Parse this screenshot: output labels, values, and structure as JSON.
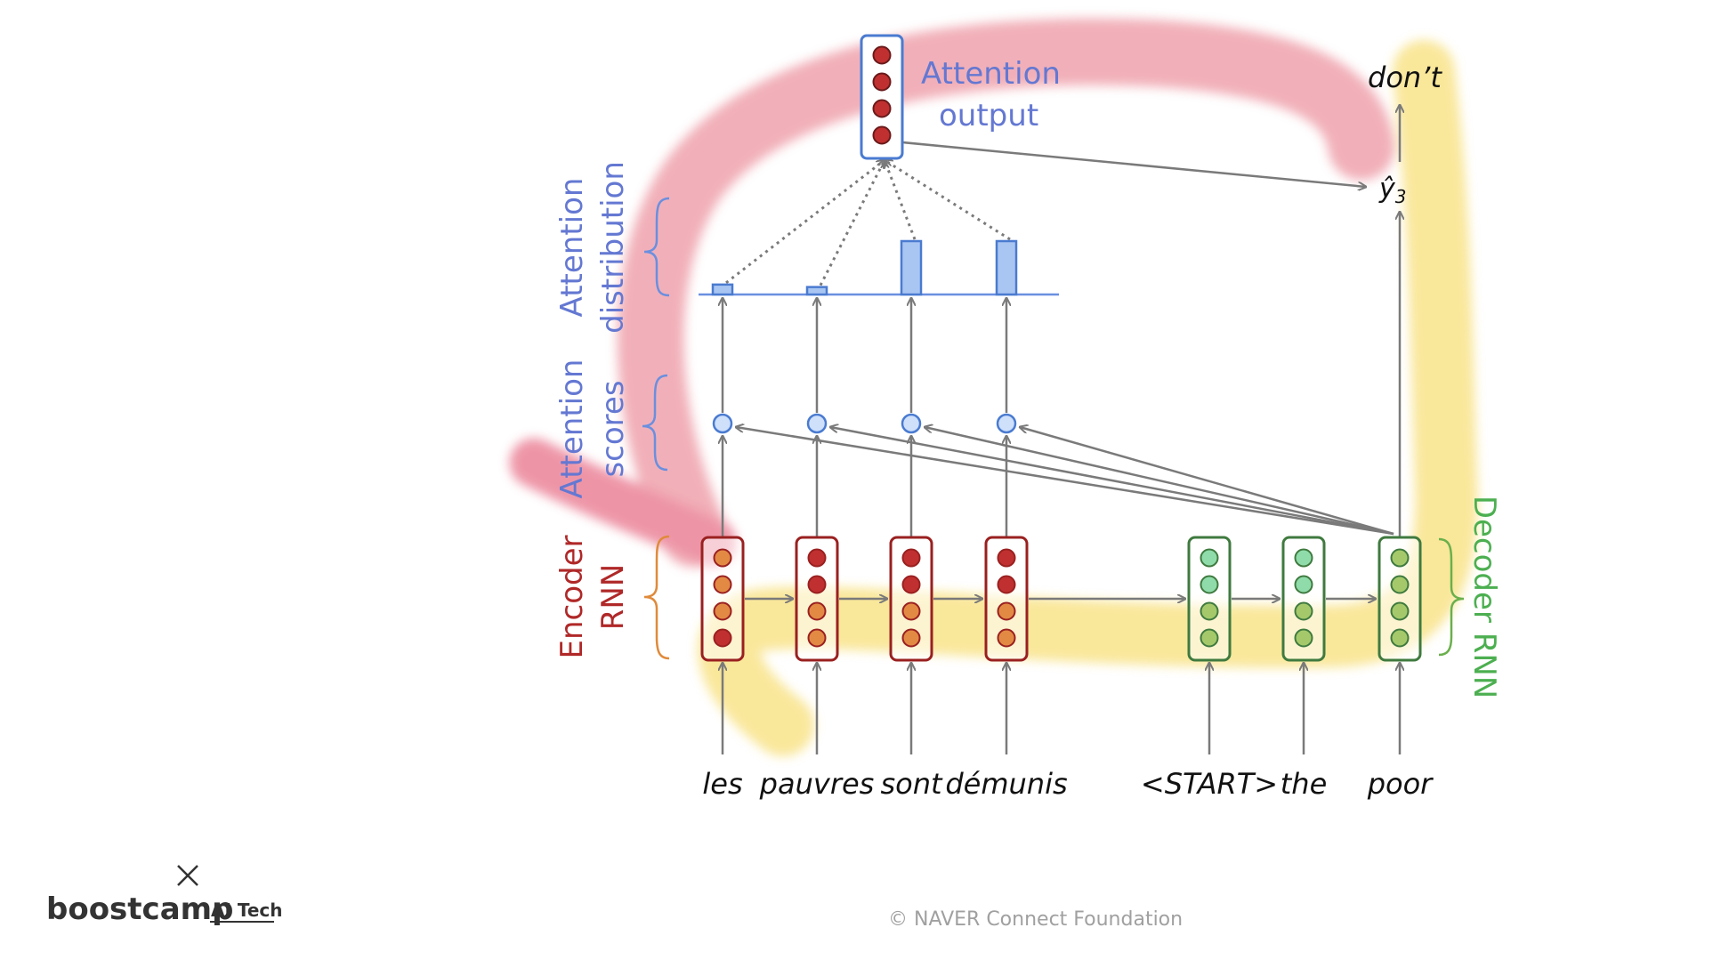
{
  "labels": {
    "attention_output_1": "Attention",
    "attention_output_2": "output",
    "attention_distribution_1": "Attention",
    "attention_distribution_2": "distribution",
    "attention_scores_1": "Attention",
    "attention_scores_2": "scores",
    "encoder_1": "Encoder",
    "encoder_2": "RNN",
    "decoder": "Decoder RNN",
    "output_word": "don’t",
    "y_hat_base": "ŷ",
    "y_hat_sub": "3"
  },
  "encoder_words": [
    "les",
    "pauvres",
    "sont",
    "démunis"
  ],
  "decoder_words": [
    "<START>",
    "the",
    "poor"
  ],
  "attention_weights": [
    0.08,
    0.06,
    0.43,
    0.43
  ],
  "colors": {
    "encoder": "#b02828",
    "decoder": "#4a8a4a",
    "attention": "#6478d2",
    "highlight_red": "#e67080",
    "highlight_yellow": "#f5d44a"
  },
  "footer": {
    "copyright": "©  NAVER Connect Foundation",
    "logo_main": "boostcamp",
    "logo_sub": "AI Tech"
  }
}
